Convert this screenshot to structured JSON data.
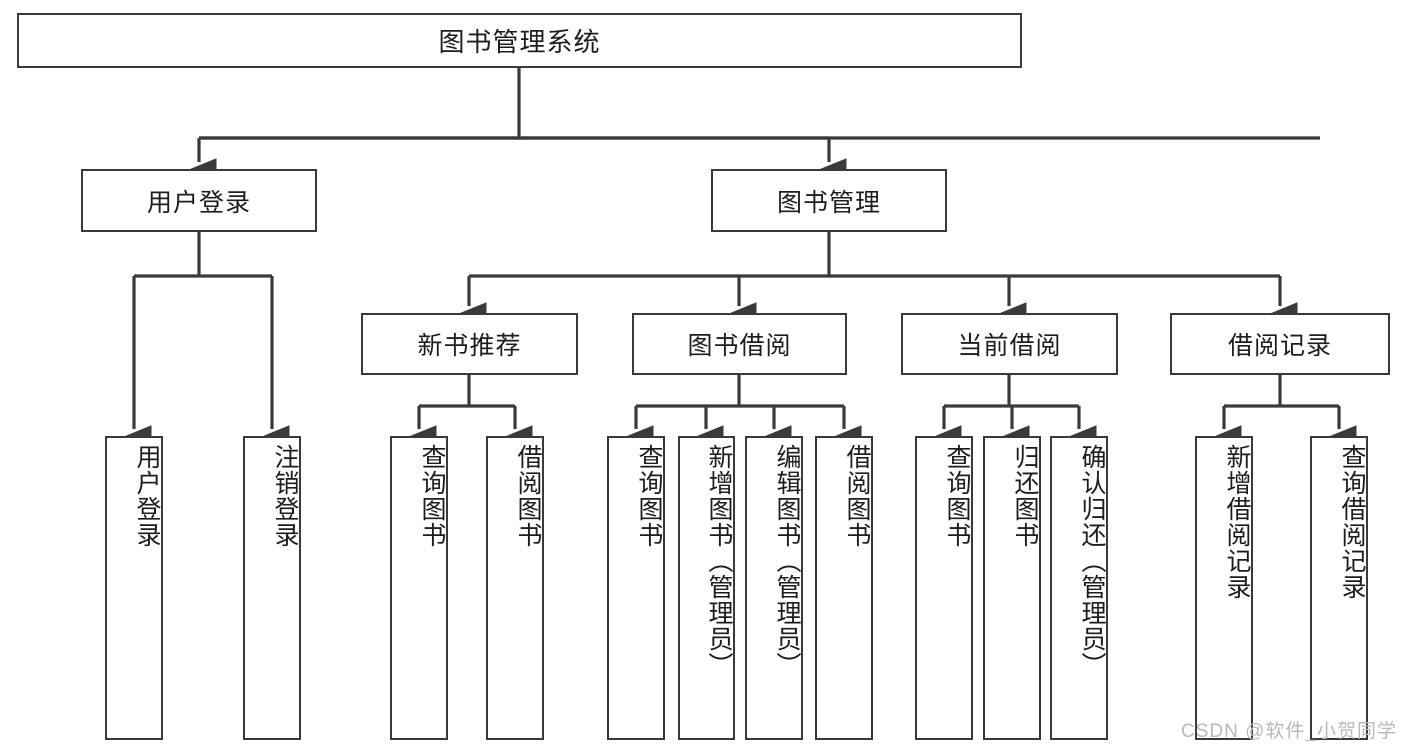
{
  "diagram": {
    "title_text": "图书管理系统",
    "type": "hierarchy-tree",
    "stroke_color": "#3a3a3a",
    "text_color": "#1d1d1d",
    "background": "#ffffff"
  },
  "nodes": {
    "root": {
      "label": "图书管理系统",
      "level": 1
    },
    "level2": [
      {
        "label": "用户登录",
        "level": 2
      },
      {
        "label": "图书管理",
        "level": 2
      }
    ],
    "level3": [
      {
        "label": "新书推荐",
        "level": 3,
        "parent": "图书管理"
      },
      {
        "label": "图书借阅",
        "level": 3,
        "parent": "图书管理"
      },
      {
        "label": "当前借阅",
        "level": 3,
        "parent": "图书管理"
      },
      {
        "label": "借阅记录",
        "level": 3,
        "parent": "图书管理"
      }
    ],
    "leaves": [
      {
        "label": "用户登录",
        "parent": "用户登录"
      },
      {
        "label": "注销登录",
        "parent": "用户登录"
      },
      {
        "label": "查询图书",
        "parent": "新书推荐"
      },
      {
        "label": "借阅图书",
        "parent": "新书推荐"
      },
      {
        "label": "查询图书",
        "parent": "图书借阅"
      },
      {
        "label": "新增图书（管理员）",
        "parent": "图书借阅"
      },
      {
        "label": "编辑图书（管理员）",
        "parent": "图书借阅"
      },
      {
        "label": "借阅图书",
        "parent": "图书借阅"
      },
      {
        "label": "查询图书",
        "parent": "当前借阅"
      },
      {
        "label": "归还图书",
        "parent": "当前借阅"
      },
      {
        "label": "确认归还（管理员）",
        "parent": "当前借阅"
      },
      {
        "label": "新增借阅记录",
        "parent": "借阅记录"
      },
      {
        "label": "查询借阅记录",
        "parent": "借阅记录"
      }
    ]
  },
  "watermark": {
    "text": "CSDN @软件_小贺同学"
  }
}
